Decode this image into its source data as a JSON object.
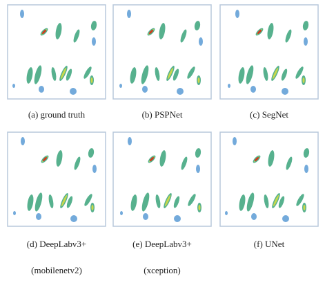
{
  "figure": {
    "panels": [
      {
        "caption": "(a) ground truth",
        "caption_line2": ""
      },
      {
        "caption": "(b) PSPNet",
        "caption_line2": ""
      },
      {
        "caption": "(c) SegNet",
        "caption_line2": ""
      },
      {
        "caption": "(d) DeepLabv3+",
        "caption_line2": "(mobilenetv2)"
      },
      {
        "caption": "(e) DeepLabv3+",
        "caption_line2": "(xception)"
      },
      {
        "caption": "(f) UNet",
        "caption_line2": ""
      }
    ],
    "colors": {
      "low": "#5b9bd5",
      "mid": "#3aa37a",
      "high": "#c8d84a",
      "peak": "#d23a1a",
      "border": "#b8c8dc"
    }
  }
}
